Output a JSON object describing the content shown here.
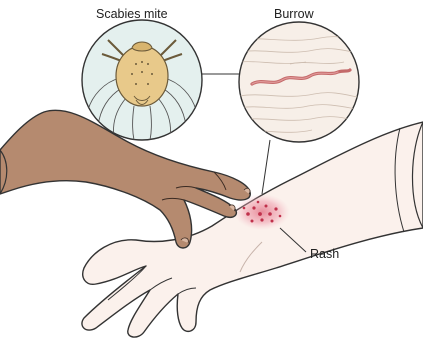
{
  "labels": {
    "mite": "Scabies mite",
    "burrow": "Burrow",
    "rash": "Rash"
  }
}
